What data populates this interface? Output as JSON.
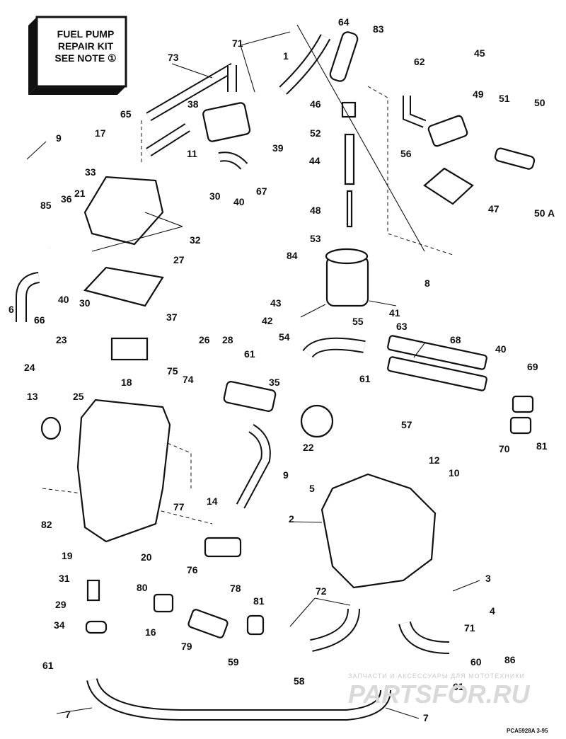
{
  "note": {
    "line1": "FUEL PUMP",
    "line2": "REPAIR KIT",
    "line3": "SEE NOTE ①"
  },
  "callouts": [
    "71",
    "64",
    "83",
    "1",
    "73",
    "45",
    "62",
    "46",
    "49",
    "51",
    "50",
    "65",
    "38",
    "52",
    "56",
    "9",
    "17",
    "11",
    "39",
    "44",
    "33",
    "67",
    "40",
    "47",
    "21",
    "36",
    "85",
    "30",
    "48",
    "50 A",
    "32",
    "53",
    "27",
    "84",
    "8",
    "6",
    "40",
    "43",
    "41",
    "42",
    "55",
    "66",
    "30",
    "54",
    "37",
    "23",
    "63",
    "26",
    "28",
    "61",
    "68",
    "40",
    "24",
    "69",
    "25",
    "18",
    "75",
    "74",
    "35",
    "61",
    "13",
    "57",
    "70",
    "81",
    "9",
    "22",
    "5",
    "12",
    "10",
    "82",
    "14",
    "77",
    "2",
    "20",
    "19",
    "76",
    "31",
    "3",
    "80",
    "72",
    "29",
    "78",
    "81",
    "4",
    "71",
    "34",
    "16",
    "86",
    "79",
    "59",
    "60",
    "61",
    "58",
    "61",
    "7",
    "7"
  ],
  "footer_code": "PCA5928A 3-95",
  "watermark": {
    "caption": "ЗАПЧАСТИ И АКСЕССУАРЫ ДЛЯ МОТОТЕХНИКИ",
    "logo": "PARTSFOR.RU"
  }
}
